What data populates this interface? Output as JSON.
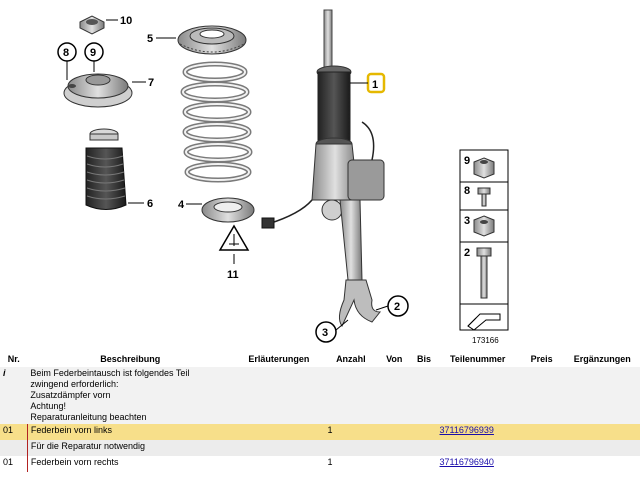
{
  "diagram": {
    "callouts": [
      "10",
      "8",
      "9",
      "5",
      "7",
      "1",
      "6",
      "4",
      "11",
      "2",
      "3"
    ],
    "legend_numbers": [
      "9",
      "8",
      "3",
      "2"
    ],
    "image_number": "173166"
  },
  "table": {
    "headers": {
      "nr": "Nr.",
      "beschreibung": "Beschreibung",
      "erlaeuterungen": "Erläuterungen",
      "anzahl": "Anzahl",
      "von": "Von",
      "bis": "Bis",
      "teilenummer": "Teilenummer",
      "preis": "Preis",
      "ergaenzungen": "Ergänzungen"
    },
    "info_row": {
      "nr": "i",
      "lines": [
        "Beim Federbeintausch ist folgendes Teil",
        "zwingend erforderlich:",
        "Zusatzdämpfer vorn",
        "Achtung!",
        "Reparaturanleitung beachten"
      ]
    },
    "rows": [
      {
        "nr": "01",
        "description": "Federbein vorn links",
        "anzahl": "1",
        "teilenummer": "37116796939"
      },
      {
        "note": "Für die Reparatur notwendig"
      },
      {
        "nr": "01",
        "description": "Federbein vorn rechts",
        "anzahl": "1",
        "teilenummer": "37116796940"
      }
    ]
  }
}
